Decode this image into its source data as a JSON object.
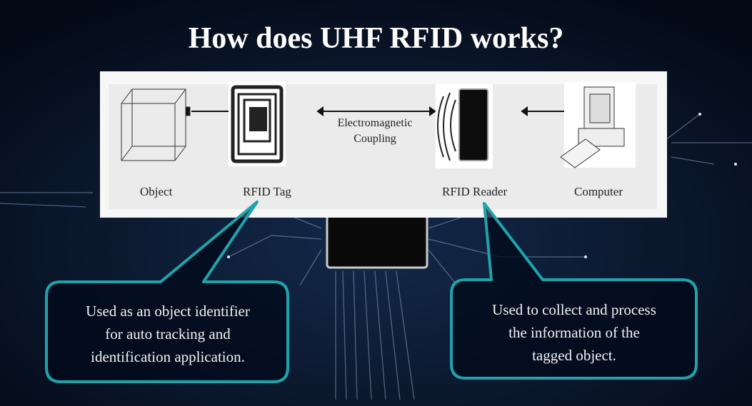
{
  "slide": {
    "title": "How does UHF RFID works?",
    "diagram": {
      "labels": {
        "object": "Object",
        "tag": "RFID Tag",
        "reader": "RFID Reader",
        "computer": "Computer"
      },
      "coupling": [
        "Electromagnetic",
        "Coupling"
      ]
    },
    "callouts": [
      {
        "lines": [
          "Used as an object identifier",
          "for auto tracking and",
          "identification application."
        ]
      },
      {
        "lines": [
          "Used to collect and process",
          "the information of the",
          "tagged object."
        ]
      }
    ],
    "colors": {
      "accent": "#1fa3ab",
      "background": "#06101f",
      "panel": "#f7f7f7"
    }
  }
}
